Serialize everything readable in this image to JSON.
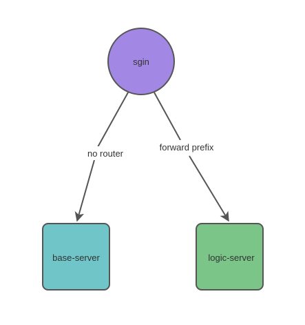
{
  "nodes": {
    "sgin": {
      "label": "sgin",
      "shape": "circle",
      "color": "#a287e4"
    },
    "base_server": {
      "label": "base-server",
      "shape": "rounded-square",
      "color": "#6fc5c7"
    },
    "logic_server": {
      "label": "logic-server",
      "shape": "rounded-square",
      "color": "#7ac587"
    }
  },
  "edges": [
    {
      "from": "sgin",
      "to": "base-server",
      "label": "no router"
    },
    {
      "from": "sgin",
      "to": "logic-server",
      "label": "forward prefix"
    }
  ],
  "colors": {
    "node_stroke": "#555555",
    "edge_stroke": "#555555",
    "text": "#333333"
  }
}
